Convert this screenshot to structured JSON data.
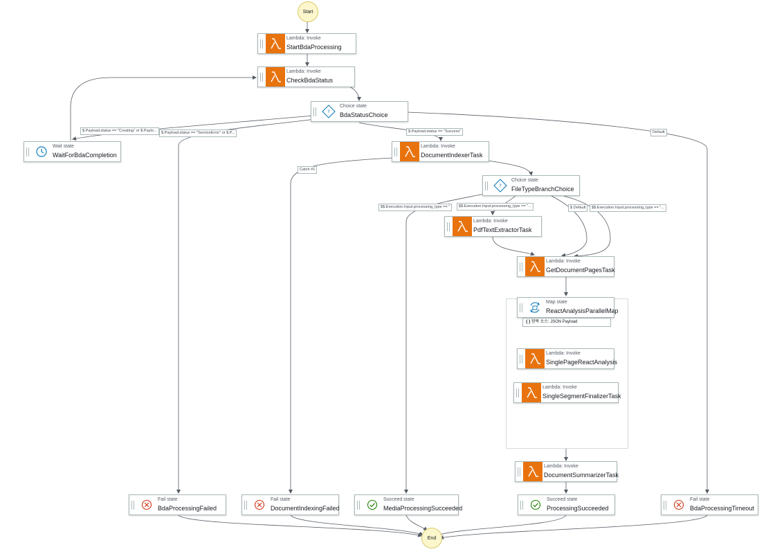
{
  "start_label": "Start",
  "end_label": "End",
  "nodes": {
    "start_bda": {
      "kind": "Lambda: Invoke",
      "name": "StartBdaProcessing"
    },
    "check_bda": {
      "kind": "Lambda: Invoke",
      "name": "CheckBdaStatus"
    },
    "bda_choice": {
      "kind": "Choice state",
      "name": "BdaStatusChoice"
    },
    "wait_bda": {
      "kind": "Wait state",
      "name": "WaitForBdaCompletion"
    },
    "doc_indexer": {
      "kind": "Lambda: Invoke",
      "name": "DocumentIndexerTask"
    },
    "filetype_choice": {
      "kind": "Choice state",
      "name": "FileTypeBranchChoice"
    },
    "pdf_extractor": {
      "kind": "Lambda: Invoke",
      "name": "PdfTextExtractorTask"
    },
    "get_pages": {
      "kind": "Lambda: Invoke",
      "name": "GetDocumentPagesTask"
    },
    "react_map": {
      "kind": "Map state",
      "name": "ReactAnalysisParallelMap"
    },
    "single_page": {
      "kind": "Lambda: Invoke",
      "name": "SinglePageReactAnalysis"
    },
    "single_segment": {
      "kind": "Lambda: Invoke",
      "name": "SingleSegmentFinalizerTask"
    },
    "doc_summarizer": {
      "kind": "Lambda: Invoke",
      "name": "DocumentSummarizerTask"
    },
    "fail_bda": {
      "kind": "Fail state",
      "name": "BdaProcessingFailed"
    },
    "fail_index": {
      "kind": "Fail state",
      "name": "DocumentIndexingFailed"
    },
    "succ_media": {
      "kind": "Succeed state",
      "name": "MediaProcessingSucceeded"
    },
    "succ_proc": {
      "kind": "Succeed state",
      "name": "ProcessingSucceeded"
    },
    "fail_timeout": {
      "kind": "Fail state",
      "name": "BdaProcessingTimeout"
    }
  },
  "edge_labels": {
    "wait": "$.Payload.status == \"Creating\" or $.Paylo...",
    "service_error": "$.Payload.status == \"ServiceError\" or $.P...",
    "success": "$.Payload.status == \"Success\"",
    "default_bda": "Default",
    "catch": "Catch #1",
    "exec1": "$$.Execution.Input.processing_type == \"",
    "exec2": "$$.Execution.Input.processing_type == \"...",
    "default_ft": "$ Default",
    "input_ft": "$$.Execution.Input.processing_type == \"..."
  },
  "map_item_source": "항목 소스: JSON Payload",
  "colors": {
    "lambda": "#e8730e",
    "choice": "#147eba",
    "fail": "#d13212",
    "succeed": "#1d8102",
    "circle_fill": "#fbf6cc"
  }
}
